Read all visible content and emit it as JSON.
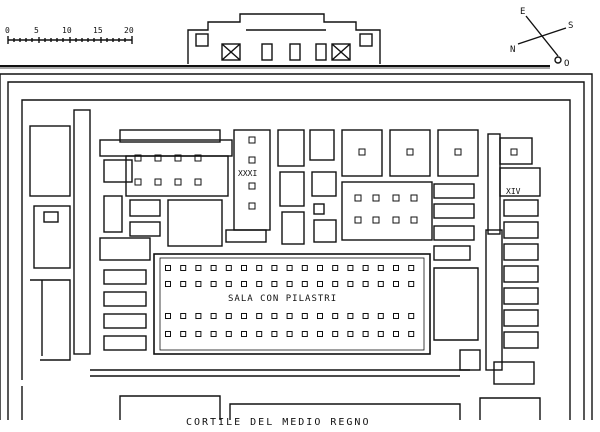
{
  "scale_bar": {
    "ticks": [
      "0",
      "5",
      "10",
      "15",
      "20"
    ]
  },
  "compass": {
    "east": "E",
    "south": "S",
    "north": "N",
    "west": "O"
  },
  "labels": {
    "room_31": "XXXI",
    "room_14": "XIV",
    "hall": "SALA CON PILASTRI",
    "courtyard": "CORTILE DEL MEDIO REGNO"
  }
}
